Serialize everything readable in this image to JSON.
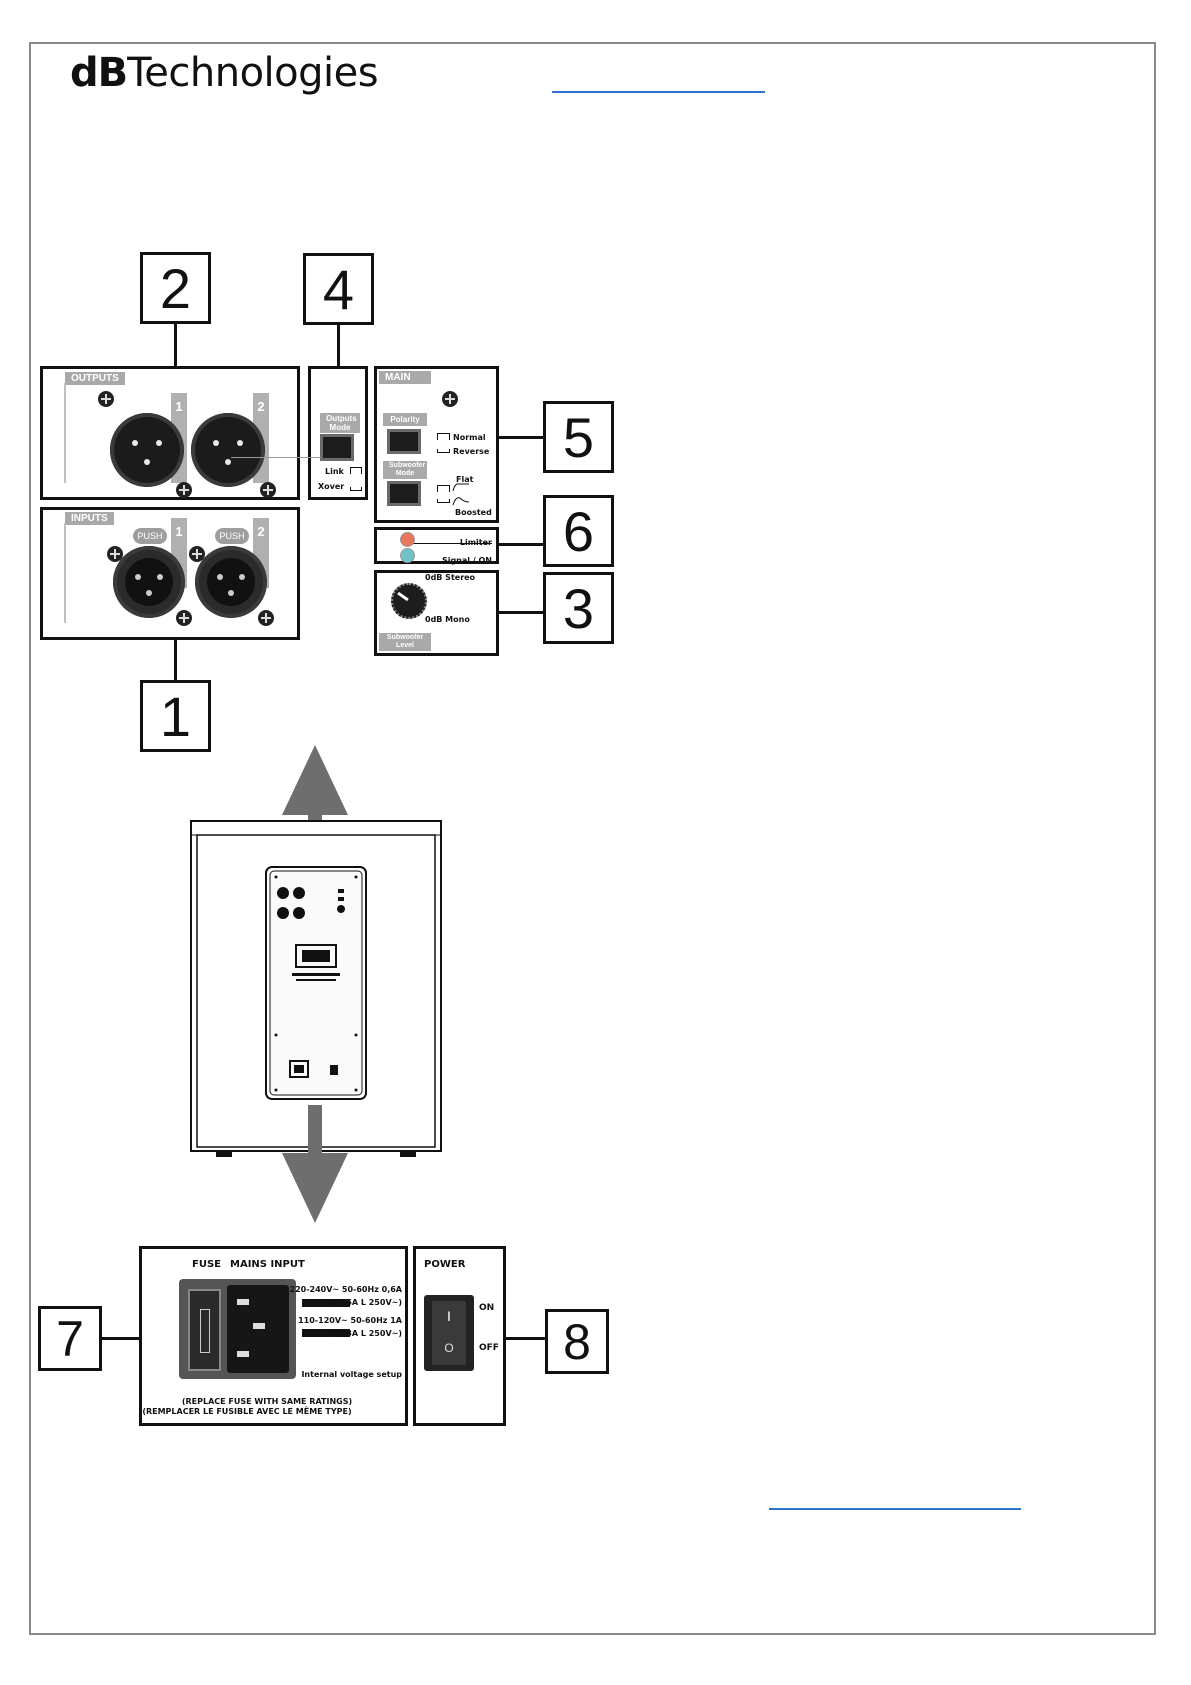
{
  "logo": {
    "bold": "dB",
    "light": "Technologies"
  },
  "callouts": {
    "n1": "1",
    "n2": "2",
    "n3": "3",
    "n4": "4",
    "n5": "5",
    "n6": "6",
    "n7": "7",
    "n8": "8"
  },
  "outputs": {
    "title": "OUTPUTS",
    "ch1": "1",
    "ch2": "2"
  },
  "inputs": {
    "title": "INPUTS",
    "push1": "PUSH",
    "push2": "PUSH",
    "ch1": "1",
    "ch2": "2"
  },
  "outputs_mode": {
    "label": "Outputs Mode",
    "link": "Link",
    "xover": "Xover"
  },
  "main": {
    "title": "MAIN",
    "polarity": "Polarity",
    "normal": "Normal",
    "reverse": "Reverse",
    "sub_mode": "Subwoofer Mode",
    "flat": "Flat",
    "boosted": "Boosted"
  },
  "leds": {
    "limiter": "Limiter",
    "signal": "Signal / ON",
    "limiter_color": "#e8775b",
    "signal_color": "#6fc3c8"
  },
  "sub_level": {
    "stereo": "0dB Stereo",
    "mono": "0dB Mono",
    "label": "Subwoofer Level"
  },
  "mains": {
    "fuse": "FUSE",
    "mains_input": "MAINS INPUT",
    "v1": "220-240V~ 50-60Hz 0,6A",
    "f1": "(T3,15A L 250V~)",
    "v2": "110-120V~ 50-60Hz 1A",
    "f2": "(T6,3A L 250V~)",
    "internal": "Internal voltage setup",
    "replace_en": "(REPLACE FUSE WITH SAME RATINGS)",
    "replace_fr": "(REMPLACER LE FUSIBLE AVEC LE MÊME TYPE)"
  },
  "power": {
    "title": "POWER",
    "on": "ON",
    "off": "OFF",
    "i": "I",
    "o": "O"
  },
  "colors": {
    "link_blue": "#2f74d0",
    "panel_gray": "#a9a9a9",
    "arrow_gray": "#6e6e6e"
  }
}
